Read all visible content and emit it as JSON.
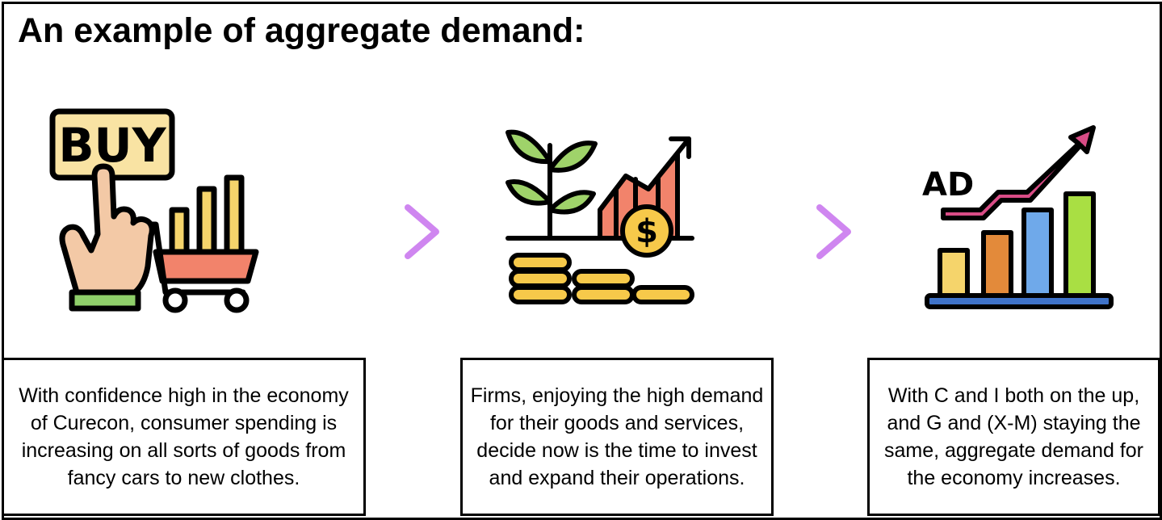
{
  "title": "An example of aggregate demand:",
  "steps": [
    {
      "icon": "buy-hand-cart-icon",
      "sign_text": "BUY",
      "caption": "With confidence high in the economy of Curecon, consumer spending is increasing on all sorts of goods from fancy cars to new clothes."
    },
    {
      "icon": "investment-growth-icon",
      "coin_symbol": "$",
      "caption": "Firms, enjoying the high demand for their goods and services, decide now is the time to invest and expand their operations."
    },
    {
      "icon": "aggregate-demand-chart-icon",
      "chart_label": "AD",
      "caption": "With C and I both on the up, and G and (X-M) staying the same, aggregate demand for the economy increases."
    }
  ],
  "connectors": [
    "arrow-right-icon",
    "arrow-right-icon"
  ],
  "colors": {
    "outline": "#000000",
    "sign": "#f9e3a3",
    "hand": "#f3c9a6",
    "cuff": "#8fcf6a",
    "cart_basket": "#f2836b",
    "bar_yellow": "#f5d46b",
    "leaf": "#9fd36a",
    "coin": "#f7c94a",
    "chart_red": "#f2836b",
    "ad_arrow": "#d94c86",
    "bar_orange": "#e38a3a",
    "bar_blue": "#6fa9ea",
    "bar_green": "#a9df43",
    "base_blue": "#3f73c9",
    "arrow_start": "#7fd8ff",
    "arrow_end": "#cf86f0"
  }
}
